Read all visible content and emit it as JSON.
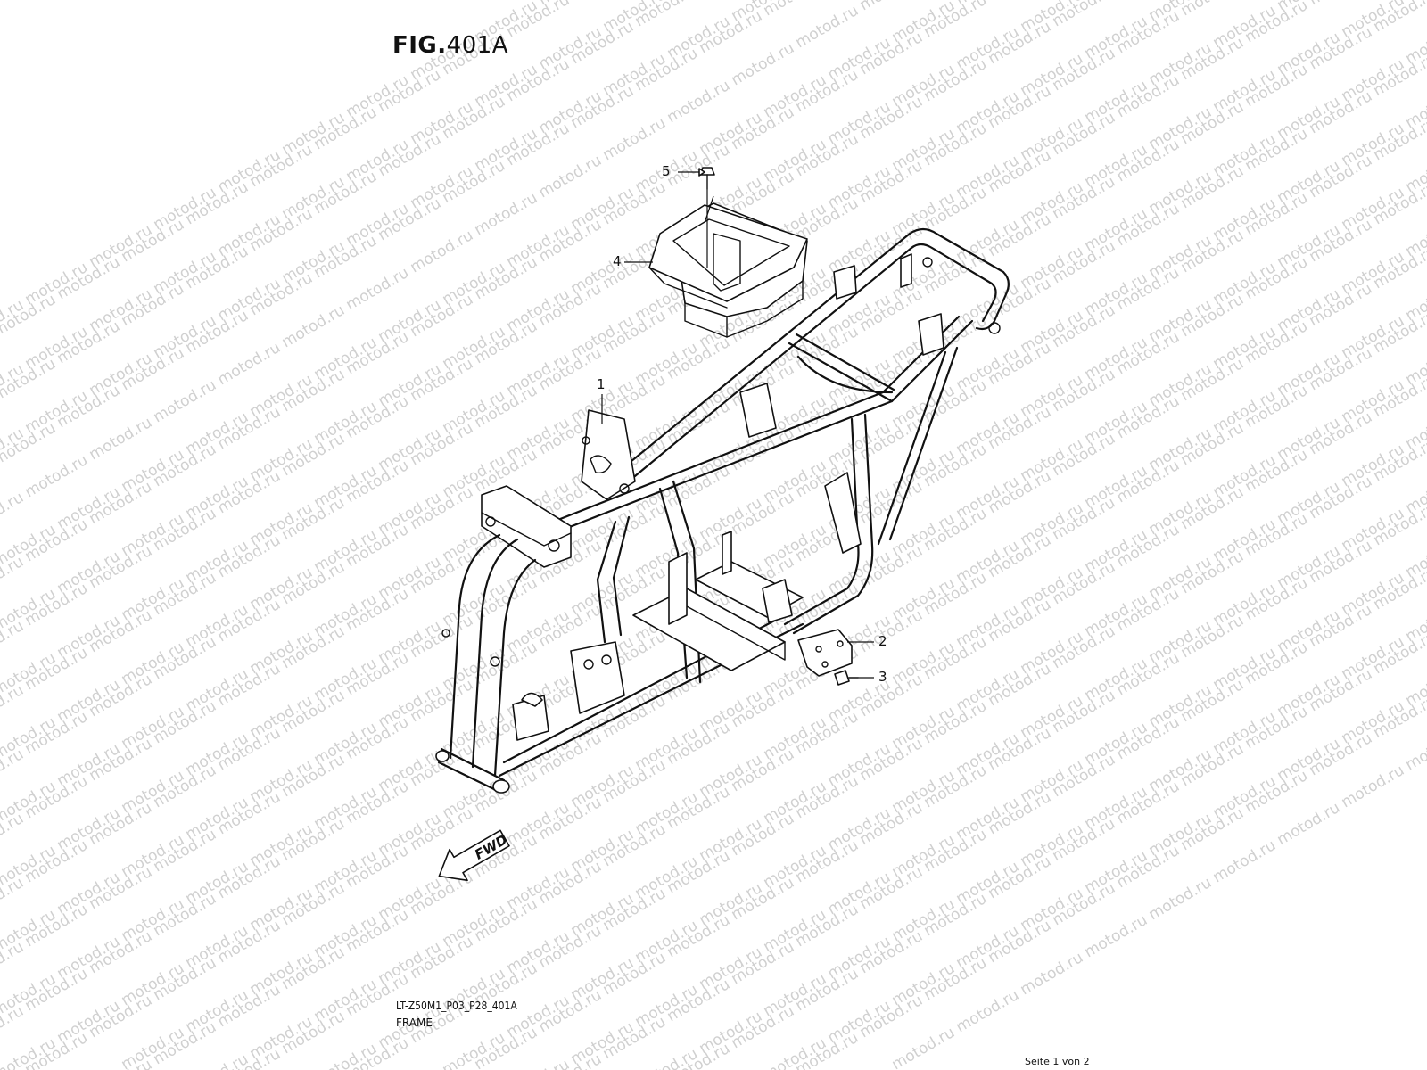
{
  "watermark_text": "motod.ru",
  "figure": {
    "prefix": "FIG",
    "separator": ".",
    "number": "401A"
  },
  "callouts": [
    {
      "id": "1",
      "label": "1"
    },
    {
      "id": "2",
      "label": "2"
    },
    {
      "id": "3",
      "label": "3"
    },
    {
      "id": "4",
      "label": "4"
    },
    {
      "id": "5",
      "label": "5"
    }
  ],
  "fwd_label": "FWD",
  "drawing_code": "LT-Z50M1_P03_P28_401A",
  "caption": "FRAME",
  "page_indicator": "Seite 1 von 2",
  "colors": {
    "ink": "#111111",
    "watermark": "#d0d0d0",
    "background": "#ffffff"
  }
}
